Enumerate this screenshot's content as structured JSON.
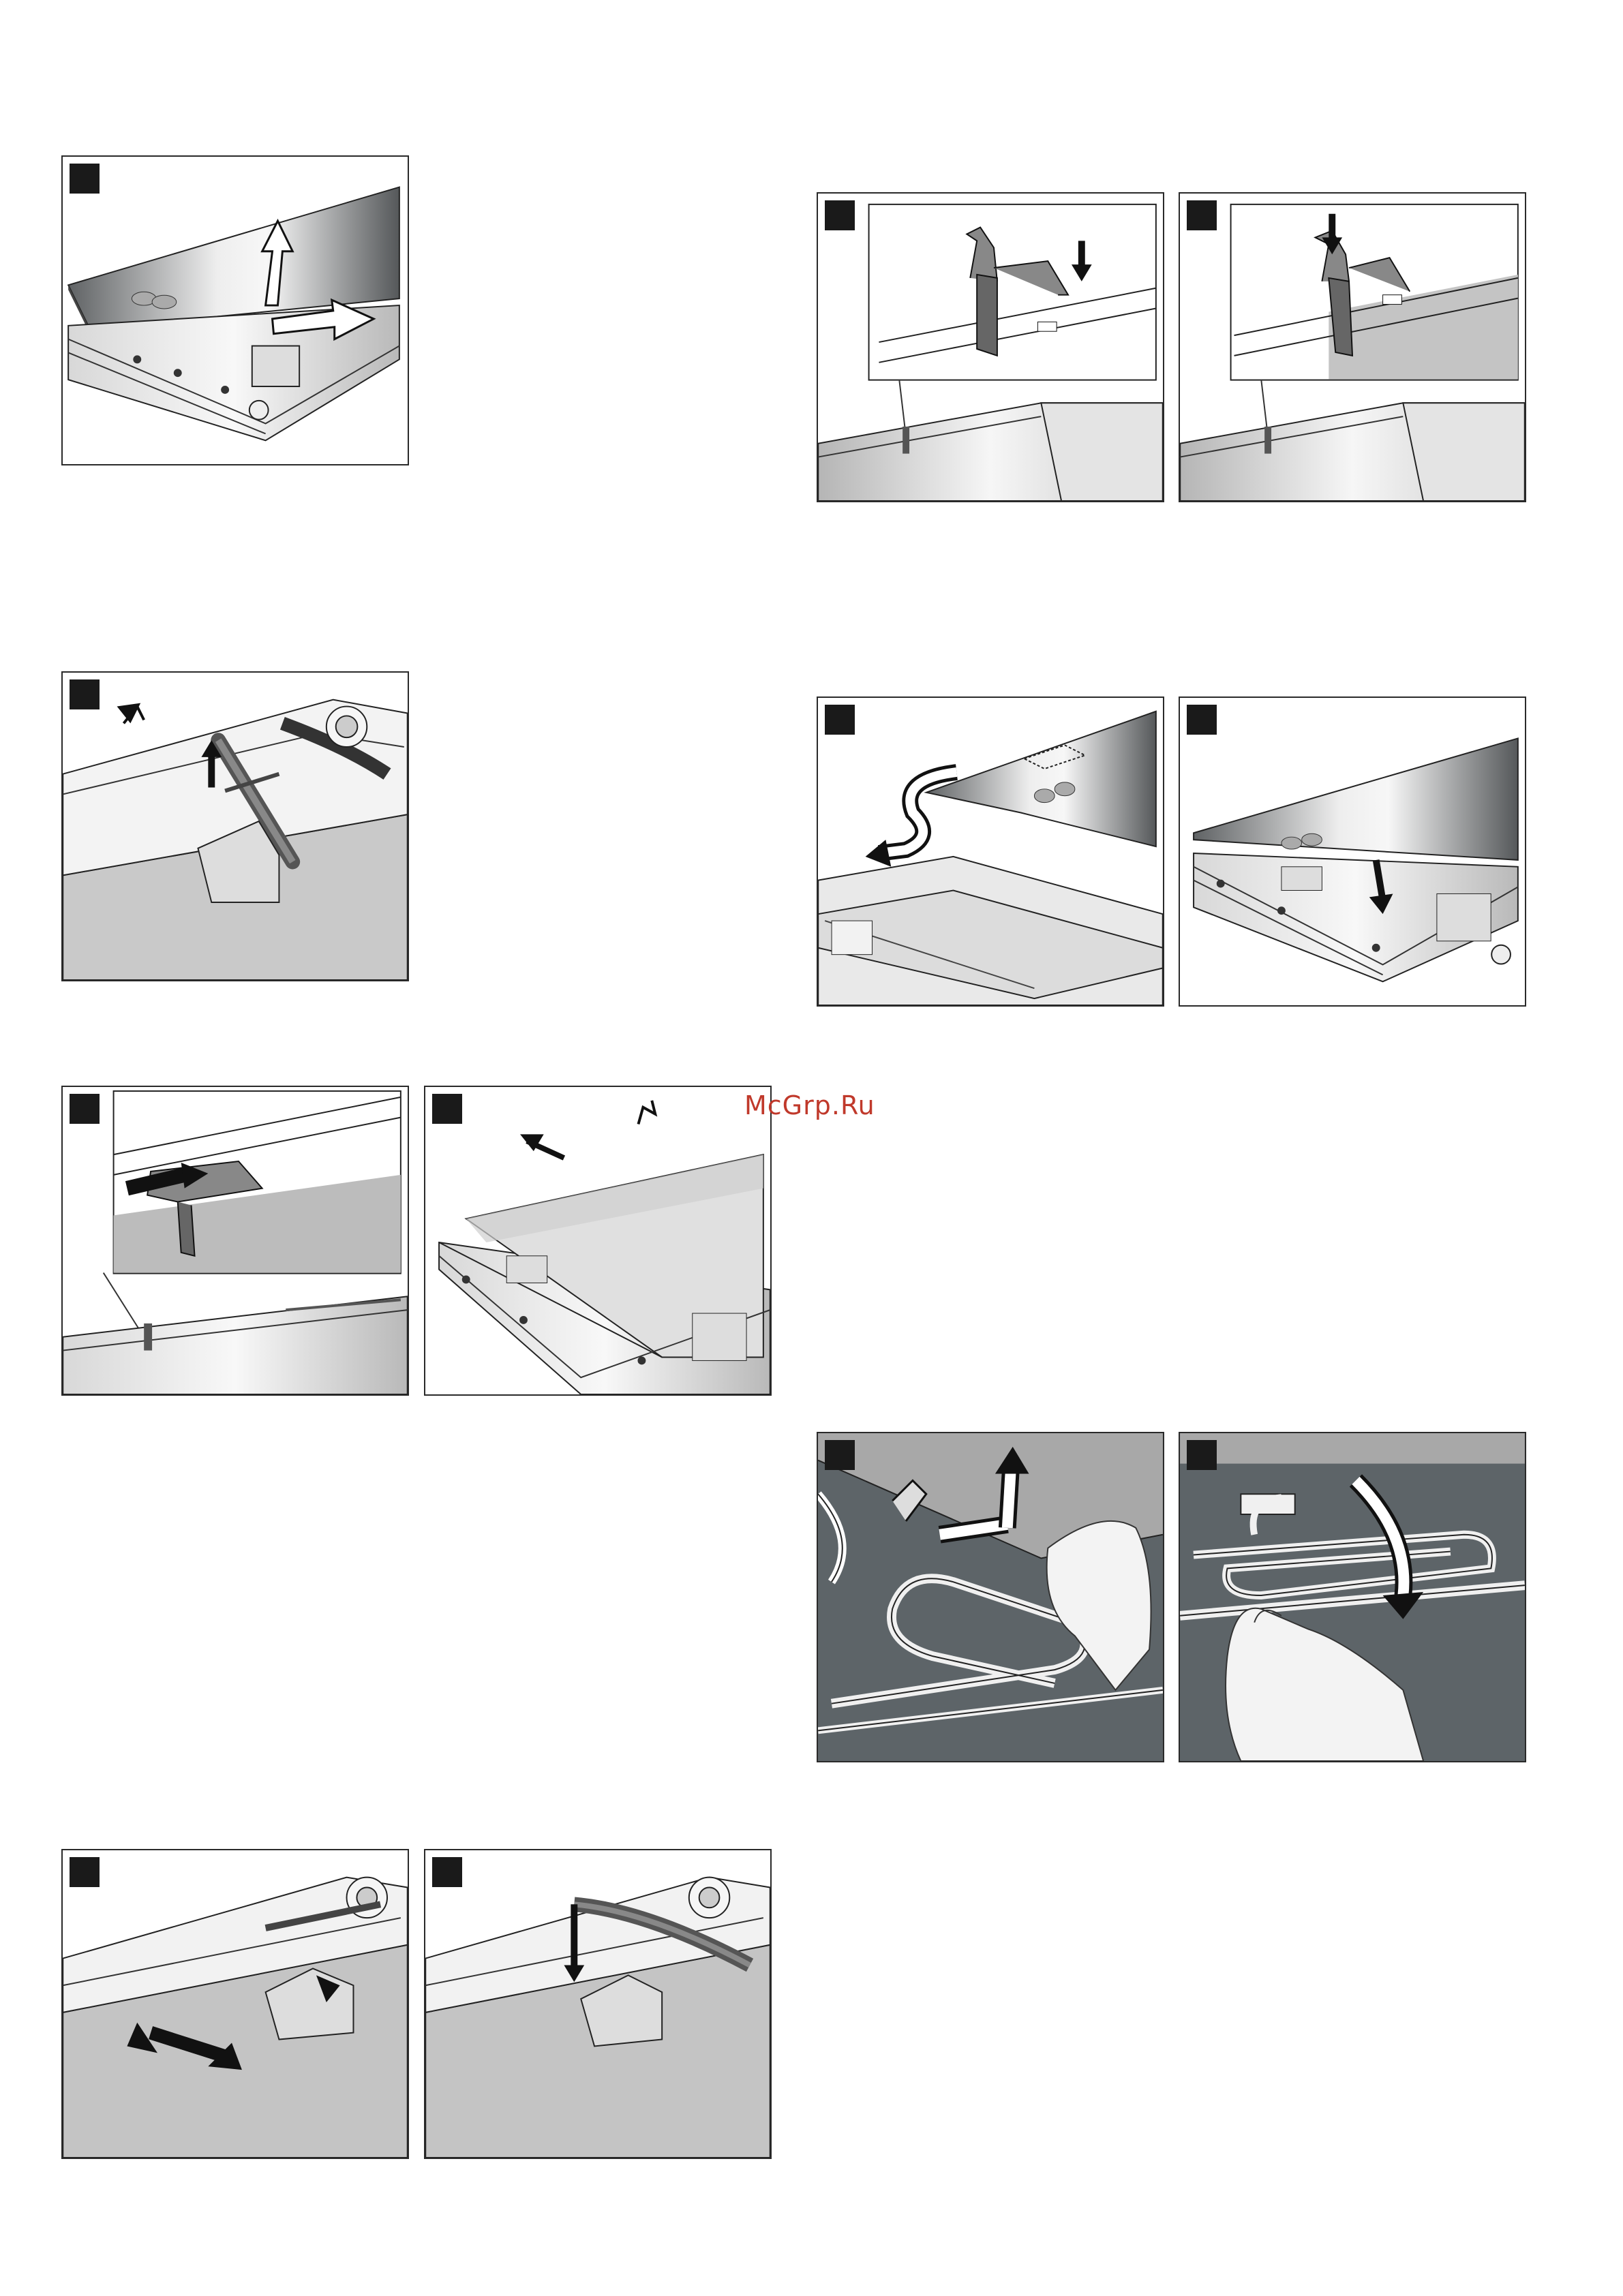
{
  "watermark": "McGrp.Ru",
  "page": {
    "footer_marker": ""
  },
  "colors": {
    "metal_dark": "#6b6e70",
    "metal_mid": "#a6a9ab",
    "metal_light": "#e9eaea",
    "tray_grey": "#c9c9c9",
    "element_dark": "#5d6468",
    "ink": "#1a1a1a",
    "watermark_red": "#c0392b"
  },
  "figures": [
    {
      "id": "fig-1",
      "step_badge": "step-number-badge",
      "content": "glass-panel-lift-and-slide"
    },
    {
      "id": "fig-2",
      "step_badge": "step-number-badge",
      "content": "door-seal-removal"
    },
    {
      "id": "fig-3",
      "step_badge": "step-number-badge",
      "content": "clip-insertion"
    },
    {
      "id": "fig-4",
      "step_badge": "step-number-badge",
      "content": "glass-panel-removal"
    },
    {
      "id": "fig-5",
      "step_badge": "step-number-badge",
      "content": "seal-slide"
    },
    {
      "id": "fig-6",
      "step_badge": "step-number-badge",
      "content": "seal-press-down"
    },
    {
      "id": "fig-7",
      "step_badge": "step-number-badge",
      "content": "clip-press-left"
    },
    {
      "id": "fig-8",
      "step_badge": "step-number-badge",
      "content": "clip-press-right"
    },
    {
      "id": "fig-9",
      "step_badge": "step-number-badge",
      "content": "panel-insert-s-arrow"
    },
    {
      "id": "fig-10",
      "step_badge": "step-number-badge",
      "content": "panel-lower-onto-clip"
    },
    {
      "id": "fig-11",
      "step_badge": "step-number-badge",
      "content": "heating-element-lift"
    },
    {
      "id": "fig-12",
      "step_badge": "step-number-badge",
      "content": "heating-element-fold-down"
    }
  ]
}
